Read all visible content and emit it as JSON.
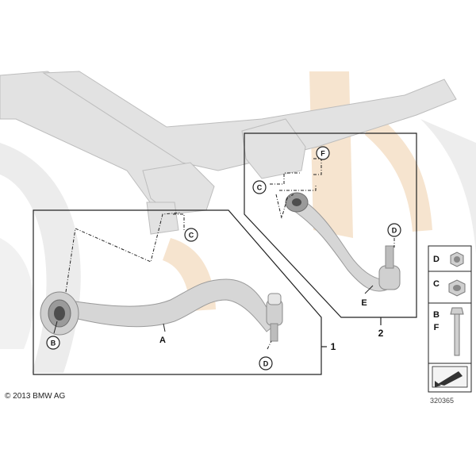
{
  "callouts": {
    "A": "A",
    "B": "B",
    "C": "C",
    "D": "D",
    "E": "E",
    "F": "F"
  },
  "groups": {
    "group1": "1",
    "group2": "2"
  },
  "legend": {
    "d": "D",
    "c": "C",
    "b": "B",
    "f": "F"
  },
  "footer": {
    "copyright": "© 2013 BMW AG",
    "part_number": "320365"
  },
  "colors": {
    "watermark_gray": "#e8e8e8",
    "watermark_tan": "#f6e4cf",
    "subframe": "#dcdcdc",
    "arm": "#cfcfcf",
    "line": "#222222"
  }
}
